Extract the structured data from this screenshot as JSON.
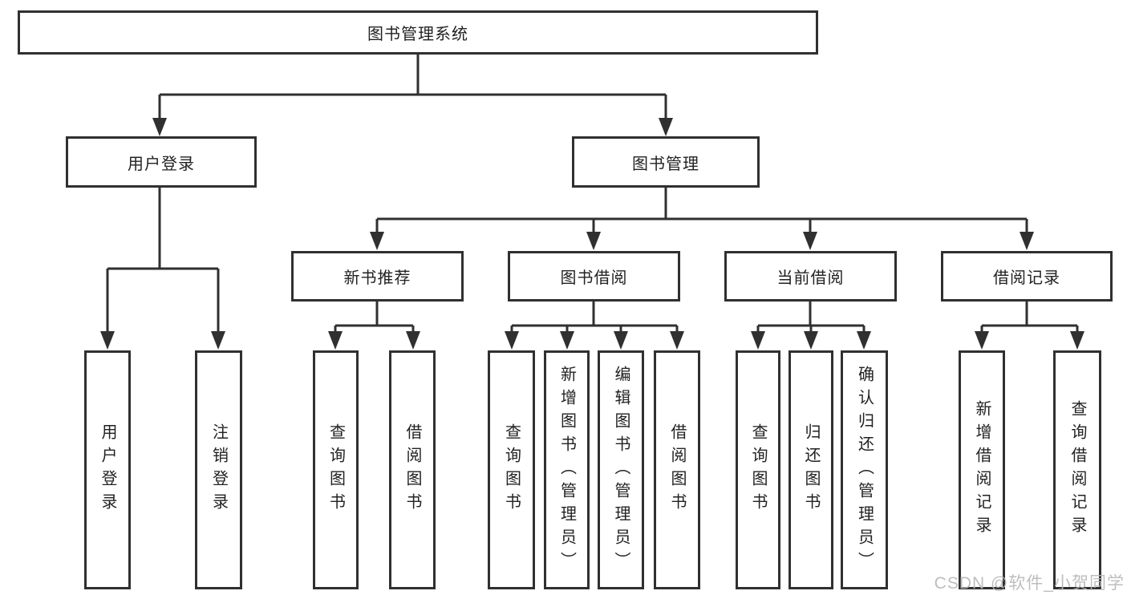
{
  "diagram": {
    "root": {
      "id": "library-management-system",
      "label": "图书管理系统",
      "children": [
        {
          "id": "user-login",
          "label": "用户登录",
          "children": [
            {
              "id": "user-login-leaf",
              "label": "用户登录"
            },
            {
              "id": "logout",
              "label": "注销登录"
            }
          ]
        },
        {
          "id": "book-management",
          "label": "图书管理",
          "children": [
            {
              "id": "new-book-recommend",
              "label": "新书推荐",
              "children": [
                {
                  "id": "rec-query-books",
                  "label": "查询图书"
                },
                {
                  "id": "rec-borrow-books",
                  "label": "借阅图书"
                }
              ]
            },
            {
              "id": "book-borrowing",
              "label": "图书借阅",
              "children": [
                {
                  "id": "bb-query-books",
                  "label": "查询图书"
                },
                {
                  "id": "bb-add-books-admin",
                  "label": "新增图书（管理员）"
                },
                {
                  "id": "bb-edit-books-admin",
                  "label": "编辑图书（管理员）"
                },
                {
                  "id": "bb-borrow-books",
                  "label": "借阅图书"
                }
              ]
            },
            {
              "id": "current-borrowing",
              "label": "当前借阅",
              "children": [
                {
                  "id": "cb-query-books",
                  "label": "查询图书"
                },
                {
                  "id": "cb-return-books",
                  "label": "归还图书"
                },
                {
                  "id": "cb-confirm-return-admin",
                  "label": "确认归还（管理员）"
                }
              ]
            },
            {
              "id": "borrowing-records",
              "label": "借阅记录",
              "children": [
                {
                  "id": "br-add-record",
                  "label": "新增借阅记录"
                },
                {
                  "id": "br-query-record",
                  "label": "查询借阅记录"
                }
              ]
            }
          ]
        }
      ]
    },
    "watermark": "CSDN @软件_小贺同学",
    "colors": {
      "box_border": "#303030",
      "connector_line": "#303030",
      "text": "#222222",
      "watermark_text": "#b7b7b7",
      "background": "#ffffff"
    }
  }
}
